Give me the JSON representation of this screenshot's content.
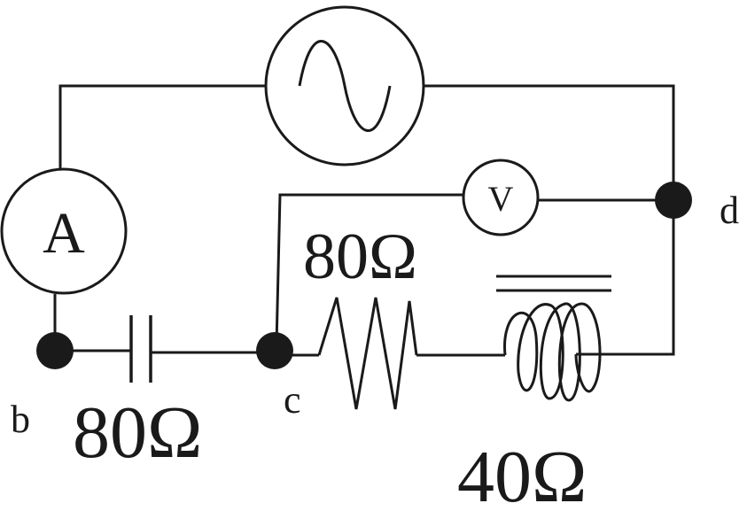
{
  "nodes": {
    "b": "b",
    "c": "c",
    "d": "d"
  },
  "meters": {
    "ammeter_symbol": "A",
    "voltmeter_symbol": "V"
  },
  "components": {
    "capacitor_reactance": "80Ω",
    "resistor_resistance": "80Ω",
    "inductor_reactance": "40Ω"
  },
  "colors": {
    "ink": "#1a1a1a",
    "background": "#ffffff"
  },
  "icons": {
    "source": "ac-source-icon",
    "ammeter": "ammeter-icon",
    "voltmeter": "voltmeter-icon",
    "capacitor": "capacitor-icon",
    "resistor": "resistor-icon",
    "inductor": "inductor-icon"
  }
}
